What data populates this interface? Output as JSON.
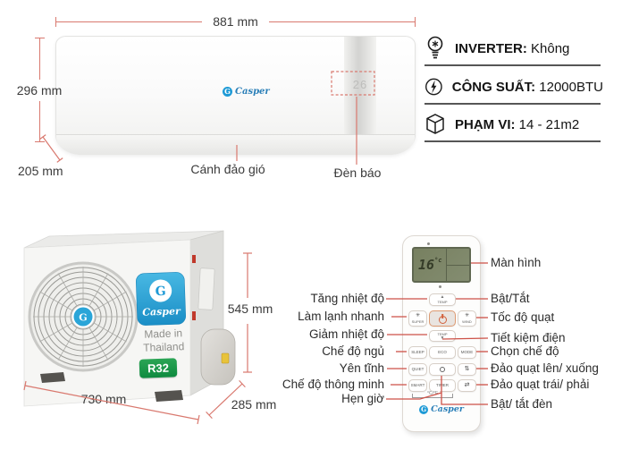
{
  "brand": {
    "name": "Casper",
    "monogram": "G"
  },
  "colors": {
    "dimension_line": "#d9796f",
    "leader_line": "#cd5147",
    "casper_blue": "#1e9ad6",
    "badge_blue": "#2aa5d8",
    "r32_green": "#0e8a3f",
    "remote_display": "#7a8269",
    "power_accent": "#d2603c"
  },
  "indoor": {
    "dim_width": "881 mm",
    "dim_height": "296 mm",
    "dim_depth": "205 mm",
    "display_value": "26",
    "label_flap": "Cánh đảo gió",
    "label_indicator": "Đèn báo"
  },
  "specs": [
    {
      "icon": "bulb-icon",
      "label": "INVERTER:",
      "value": "Không"
    },
    {
      "icon": "lightning-icon",
      "label": "CÔNG SUẤT:",
      "value": "12000BTU"
    },
    {
      "icon": "cube-icon",
      "label": "PHẠM VI:",
      "value": "14 - 21m2"
    }
  ],
  "outdoor": {
    "dim_height": "545 mm",
    "dim_width": "730 mm",
    "dim_depth": "285 mm",
    "made_in_line1": "Made in",
    "made_in_line2": "Thailand",
    "refrigerant_badge": "R32"
  },
  "remote": {
    "display_temp": "16",
    "display_unit": "°c",
    "buttons": {
      "temp_up": "TEMP",
      "super": "SUPER",
      "wind": "WIND",
      "temp_down": "TEMP",
      "sleep": "SLEEP",
      "eco": "ECO",
      "mode": "MODE",
      "quiet": "QUIET",
      "smart": "SMART",
      "timer": "TIMER",
      "unit_toggle": "°C/°F"
    },
    "callouts_left": [
      "Tăng nhiệt độ",
      "Làm lạnh nhanh",
      "Giảm nhiệt độ",
      "Chế độ ngủ",
      "Yên tĩnh",
      "Chế độ thông minh",
      "Hẹn giờ"
    ],
    "callouts_right": [
      "Màn hình",
      "Bật/Tắt",
      "Tốc độ quạt",
      "Tiết kiệm điện",
      "Chọn chế độ",
      "Đảo quạt lên/ xuống",
      "Đảo quạt trái/ phải",
      "Bật/ tắt đèn"
    ]
  }
}
